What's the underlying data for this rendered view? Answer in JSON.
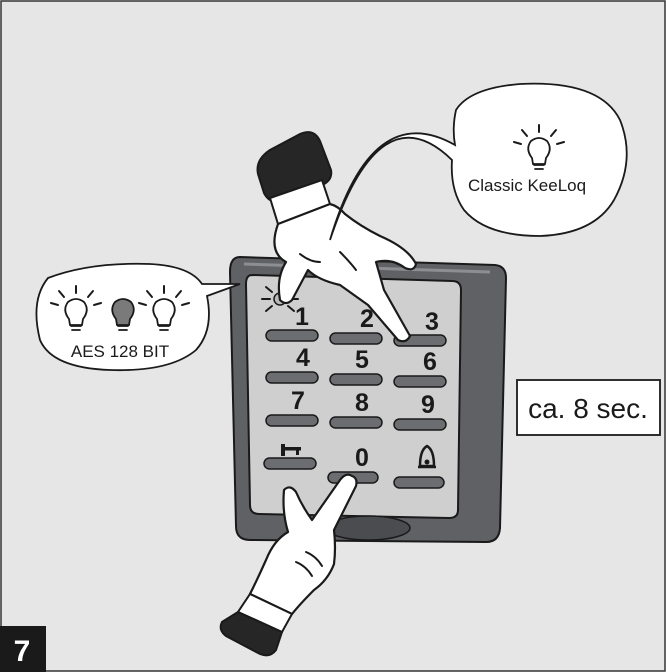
{
  "step": {
    "number": "7"
  },
  "bubbles": {
    "aes": {
      "label": "AES 128 BIT"
    },
    "classic": {
      "label": "Classic KeeLoq"
    }
  },
  "duration": {
    "text": "ca. 8 sec."
  },
  "keypad": {
    "keys": [
      {
        "id": "1",
        "label": "1"
      },
      {
        "id": "2",
        "label": "2"
      },
      {
        "id": "3",
        "label": "3"
      },
      {
        "id": "4",
        "label": "4"
      },
      {
        "id": "5",
        "label": "5"
      },
      {
        "id": "6",
        "label": "6"
      },
      {
        "id": "7",
        "label": "7"
      },
      {
        "id": "8",
        "label": "8"
      },
      {
        "id": "9",
        "label": "9"
      },
      {
        "id": "key",
        "label": "",
        "icon": "key-icon"
      },
      {
        "id": "0",
        "label": "0"
      },
      {
        "id": "bell",
        "label": "",
        "icon": "bell-icon"
      }
    ],
    "pressed_keys": [
      "2",
      "0"
    ]
  },
  "colors": {
    "background": "#e6e6e6",
    "device_body": "#5f6165",
    "keypad_panel": "#cfcfcf",
    "key_bar": "#6b6d70",
    "indicator_off": "#7a7a7a"
  }
}
